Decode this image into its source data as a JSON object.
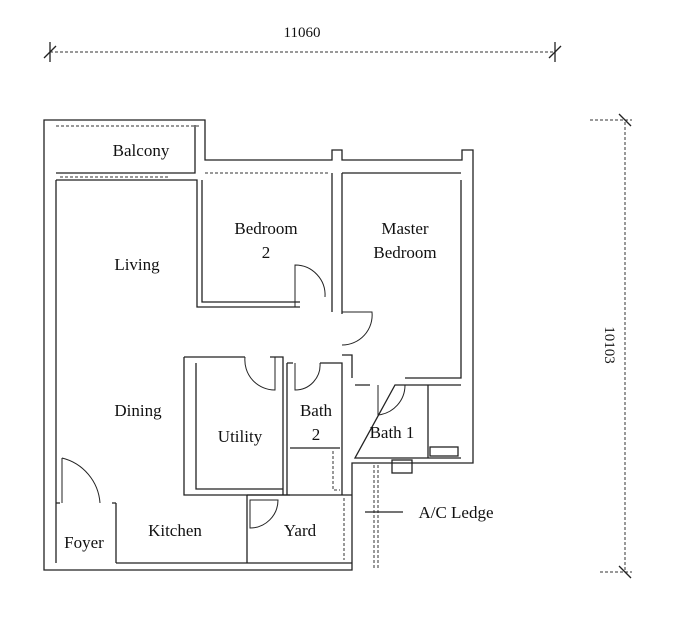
{
  "dimensions": {
    "width": "11060",
    "height": "10103"
  },
  "rooms": {
    "balcony": "Balcony",
    "bedroom2_line1": "Bedroom",
    "bedroom2_line2": "2",
    "master_line1": "Master",
    "master_line2": "Bedroom",
    "living": "Living",
    "dining": "Dining",
    "utility": "Utility",
    "bath2_line1": "Bath",
    "bath2_line2": "2",
    "bath1": "Bath 1",
    "kitchen": "Kitchen",
    "yard": "Yard",
    "foyer": "Foyer"
  },
  "annotations": {
    "ac_ledge": "A/C Ledge"
  },
  "colors": {
    "line": "#222222",
    "background": "#ffffff"
  }
}
